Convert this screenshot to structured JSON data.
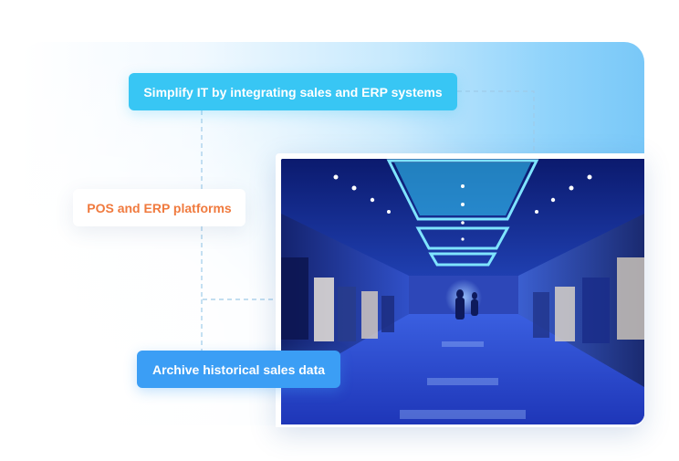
{
  "labels": {
    "integration": "Simplify IT by integrating sales and ERP systems",
    "platforms": "POS and ERP platforms",
    "archive": "Archive historical sales data"
  },
  "photo": {
    "subject": "retail-store-interior-photo"
  },
  "colors": {
    "integration_chip": "#38c6f4",
    "platforms_text": "#f07a3e",
    "archive_chip": "#3b9ef5",
    "connector": "#9fcbe8"
  }
}
